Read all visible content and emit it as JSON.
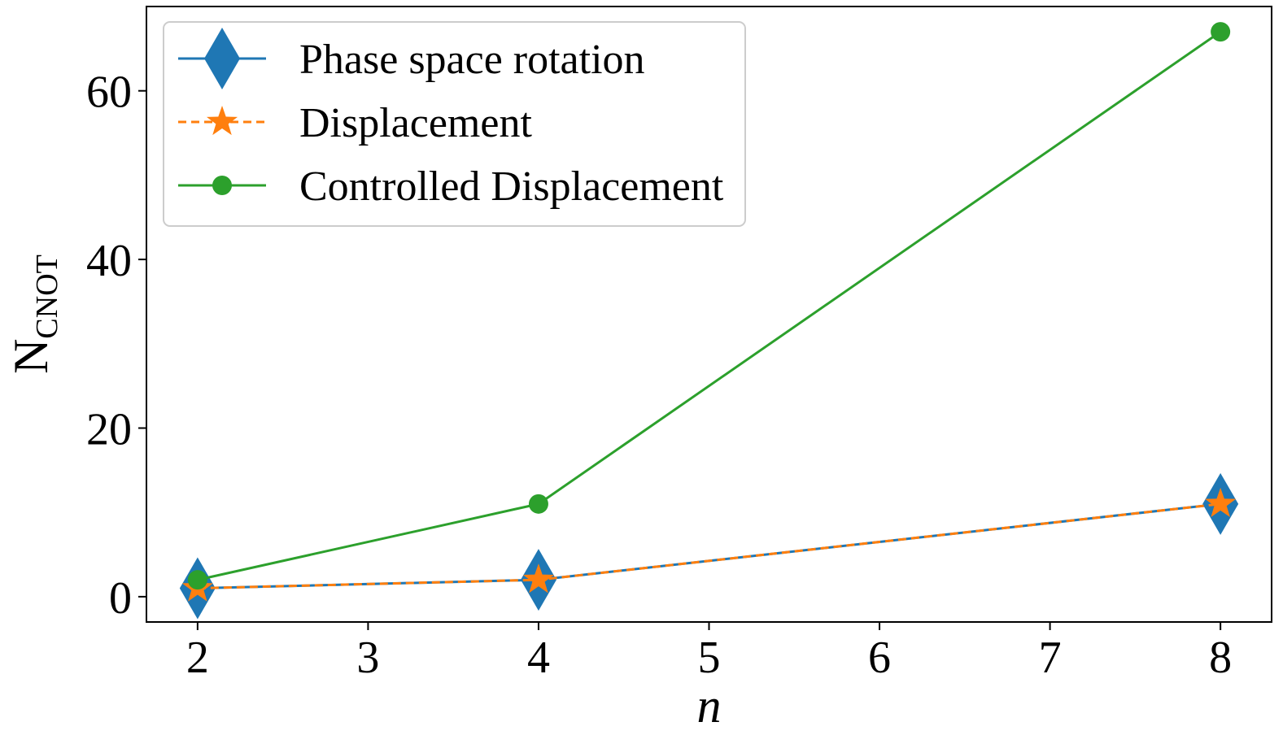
{
  "chart_data": {
    "type": "line",
    "title": "",
    "xlabel": "n",
    "ylabel": {
      "main": "N",
      "subscript": "CNOT"
    },
    "xlim": [
      1.7,
      8.3
    ],
    "ylim": [
      -3,
      70
    ],
    "xticks": [
      2,
      3,
      4,
      5,
      6,
      7,
      8
    ],
    "yticks": [
      0,
      20,
      40,
      60
    ],
    "grid": false,
    "legend_position": "top-left",
    "series": [
      {
        "name": "Phase space rotation",
        "x": [
          2,
          4,
          8
        ],
        "values": [
          1,
          2,
          11
        ],
        "color": "#1f77b4",
        "marker": "diamond",
        "linestyle": "solid"
      },
      {
        "name": "Displacement",
        "x": [
          2,
          4,
          8
        ],
        "values": [
          1,
          2,
          11
        ],
        "color": "#ff7f0e",
        "marker": "star",
        "linestyle": "dashed"
      },
      {
        "name": "Controlled Displacement",
        "x": [
          2,
          4,
          8
        ],
        "values": [
          2,
          11,
          67
        ],
        "color": "#2ca02c",
        "marker": "circle",
        "linestyle": "solid"
      }
    ]
  }
}
